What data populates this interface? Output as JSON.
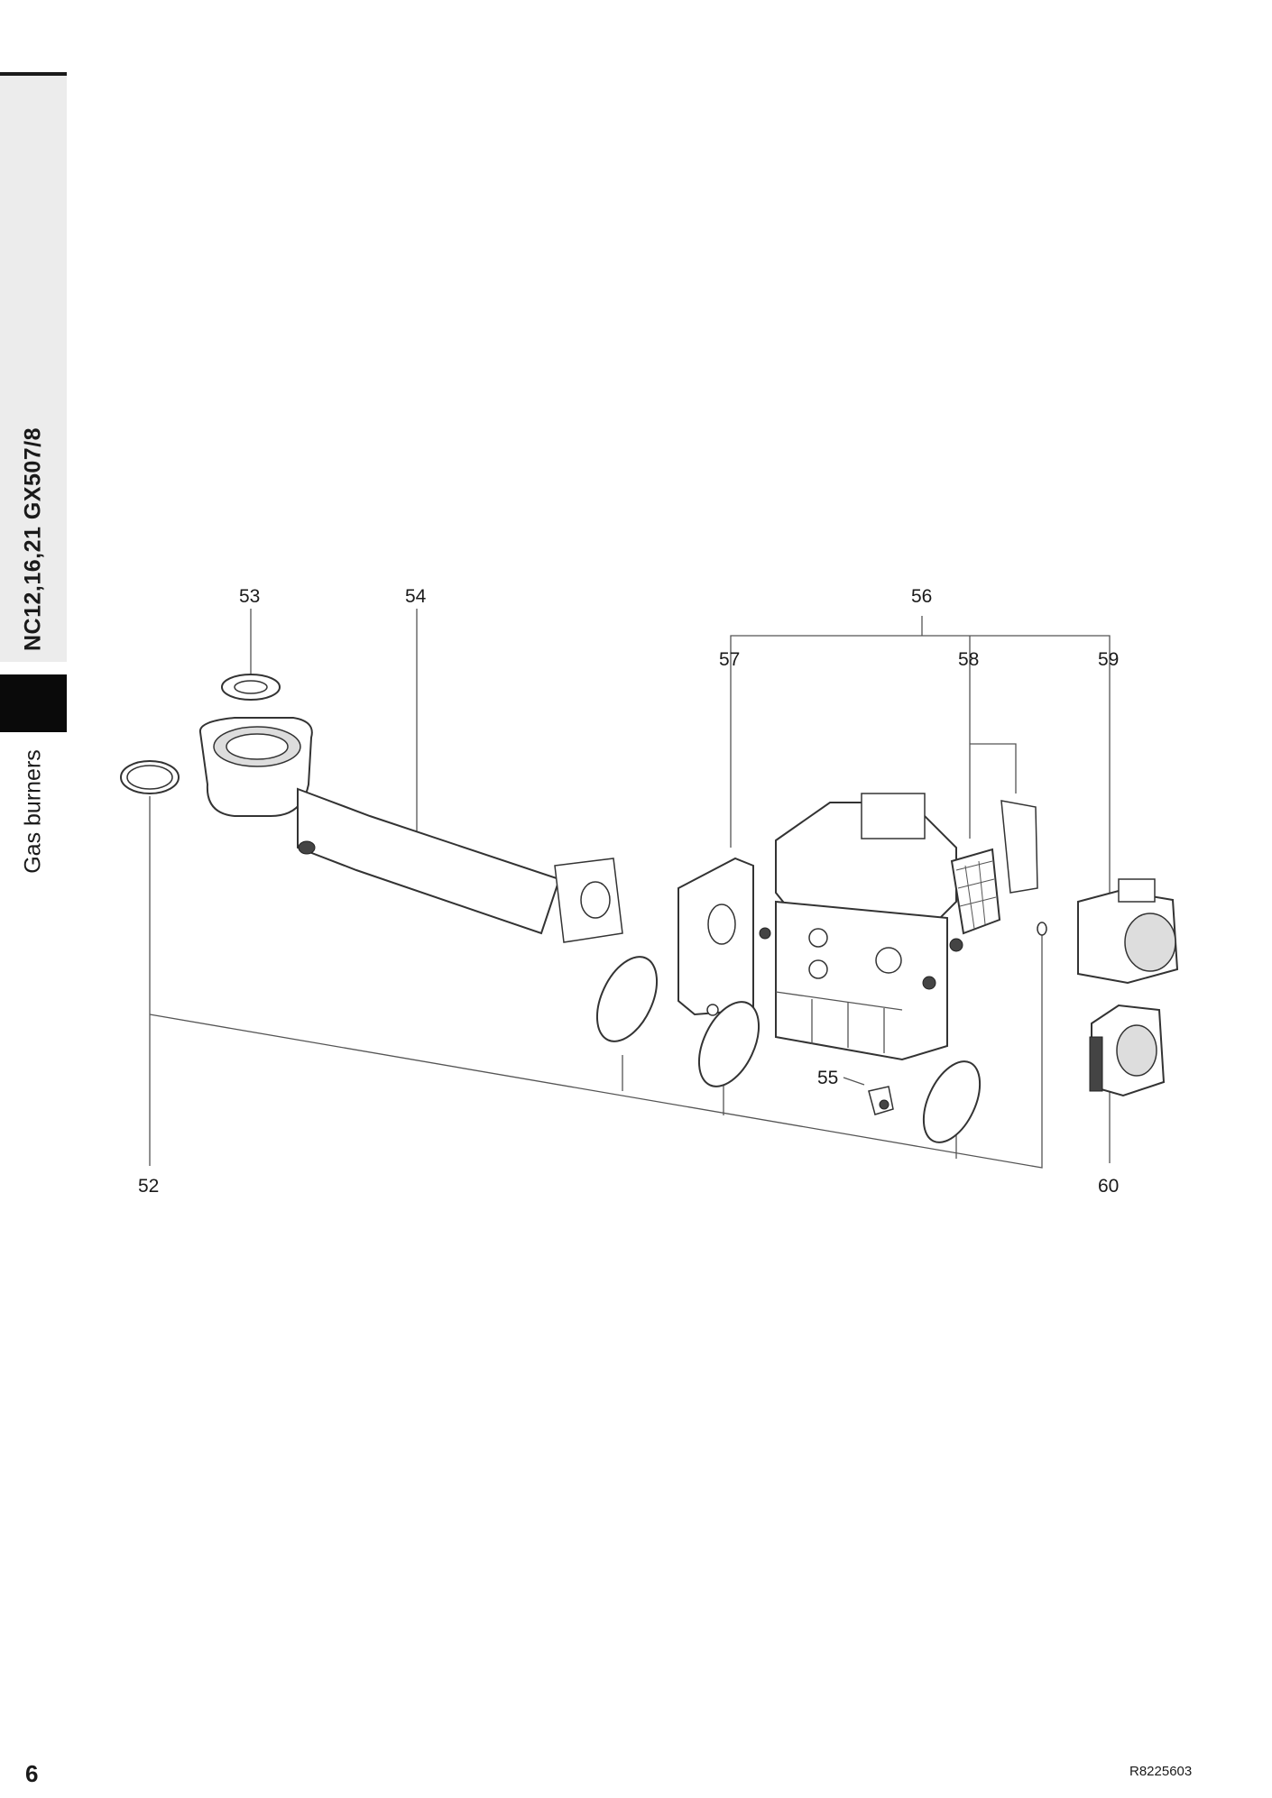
{
  "sidebar": {
    "model": "NC12,16,21 GX507/8",
    "section": "Gas burners"
  },
  "callouts": [
    "52",
    "53",
    "54",
    "55",
    "56",
    "57",
    "58",
    "59",
    "60"
  ],
  "footer": {
    "page_number": "6",
    "doc_ref": "R8225603"
  }
}
